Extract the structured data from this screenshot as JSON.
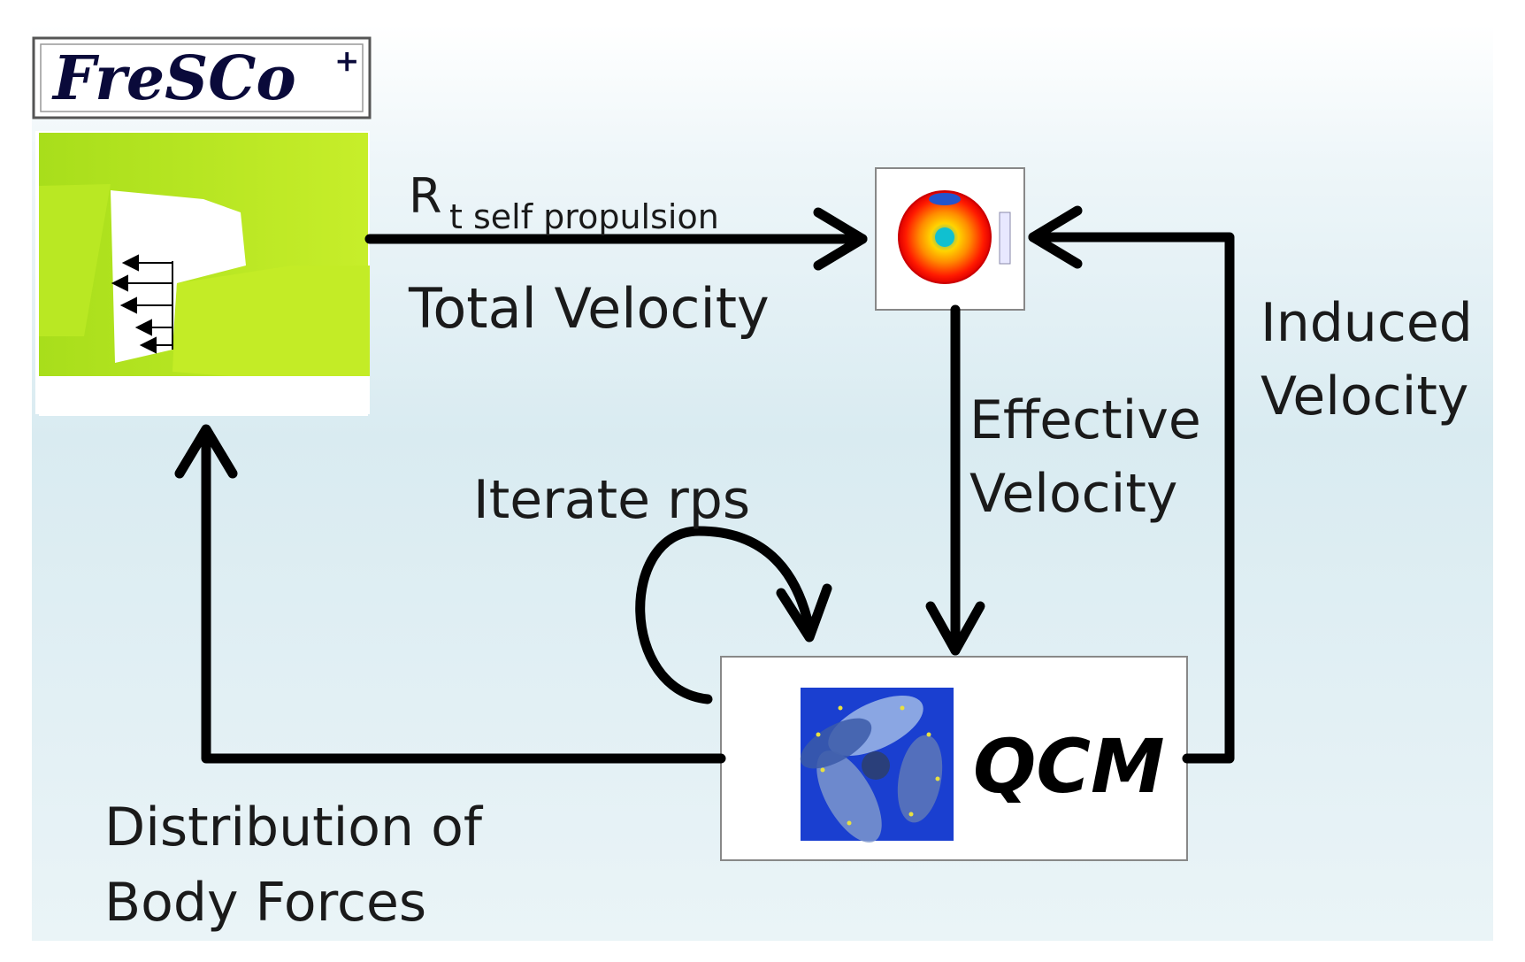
{
  "logo": {
    "text": "FreSCo",
    "superscript": "+"
  },
  "labels": {
    "resistance_main": "R",
    "resistance_sub": "t self propulsion",
    "total_velocity": "Total Velocity",
    "induced_velocity_1": "Induced",
    "induced_velocity_2": "Velocity",
    "effective_velocity_1": "Effective",
    "effective_velocity_2": "Velocity",
    "iterate_rps": "Iterate rps",
    "distribution_1": "Distribution of",
    "distribution_2": "Body Forces"
  },
  "qcm": {
    "title": "QCM"
  },
  "colors": {
    "bg_top": "#dfeef3",
    "bg_bottom": "#eef6f9",
    "arrow": "#000000",
    "cfd_green": "#b5e61d",
    "propeller_bg": "#1a3fd0"
  },
  "icons": {
    "cfd_panel": "cfd-wake-field-image",
    "wake_plot": "propeller-wake-contour-plot",
    "propeller": "propeller-blade-image"
  }
}
